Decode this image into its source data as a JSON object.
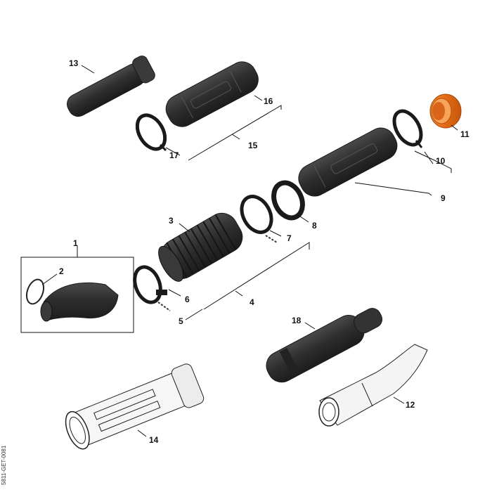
{
  "figure_id": "5811-GET-0081",
  "parts": [
    {
      "id": "13",
      "label": "13"
    },
    {
      "id": "16",
      "label": "16"
    },
    {
      "id": "15",
      "label": "15"
    },
    {
      "id": "17",
      "label": "17"
    },
    {
      "id": "11",
      "label": "11"
    },
    {
      "id": "10",
      "label": "10"
    },
    {
      "id": "9",
      "label": "9"
    },
    {
      "id": "8",
      "label": "8"
    },
    {
      "id": "7",
      "label": "7"
    },
    {
      "id": "3",
      "label": "3"
    },
    {
      "id": "4",
      "label": "4"
    },
    {
      "id": "1",
      "label": "1"
    },
    {
      "id": "2",
      "label": "2"
    },
    {
      "id": "6",
      "label": "6"
    },
    {
      "id": "5",
      "label": "5"
    },
    {
      "id": "18",
      "label": "18"
    },
    {
      "id": "12",
      "label": "12"
    },
    {
      "id": "14",
      "label": "14"
    }
  ],
  "colors": {
    "dark_part": "#2f2f2f",
    "dark_edge": "#1a1a1a",
    "highlight_part": "#e8731c",
    "line": "#111111"
  }
}
